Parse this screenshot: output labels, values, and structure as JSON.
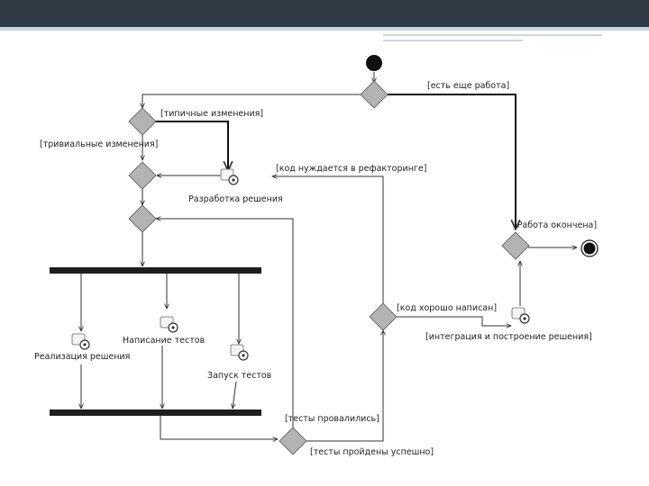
{
  "labels": {
    "more_work": "[есть еще работа]",
    "typical_changes": "[типичные изменения]",
    "trivial_changes": "[тривиальные изменения]",
    "needs_refactoring": "[код нуждается в рефакторинге]",
    "develop_solution": "Разработка решения",
    "work_done": "[Работа окончена]",
    "code_well_written": "[код хорошо написан]",
    "integration": "[интеграция и построение решения]",
    "write_tests": "Написание тестов",
    "implement_solution": "Реализация решения",
    "run_tests": "Запуск тестов",
    "tests_failed": "[тесты провалились]",
    "tests_passed": "[тесты пройдены успешно]"
  },
  "colors": {
    "header": "#2e3b44",
    "decision_fill": "#b3b3b3",
    "sync_bar": "#1e1e1e"
  }
}
